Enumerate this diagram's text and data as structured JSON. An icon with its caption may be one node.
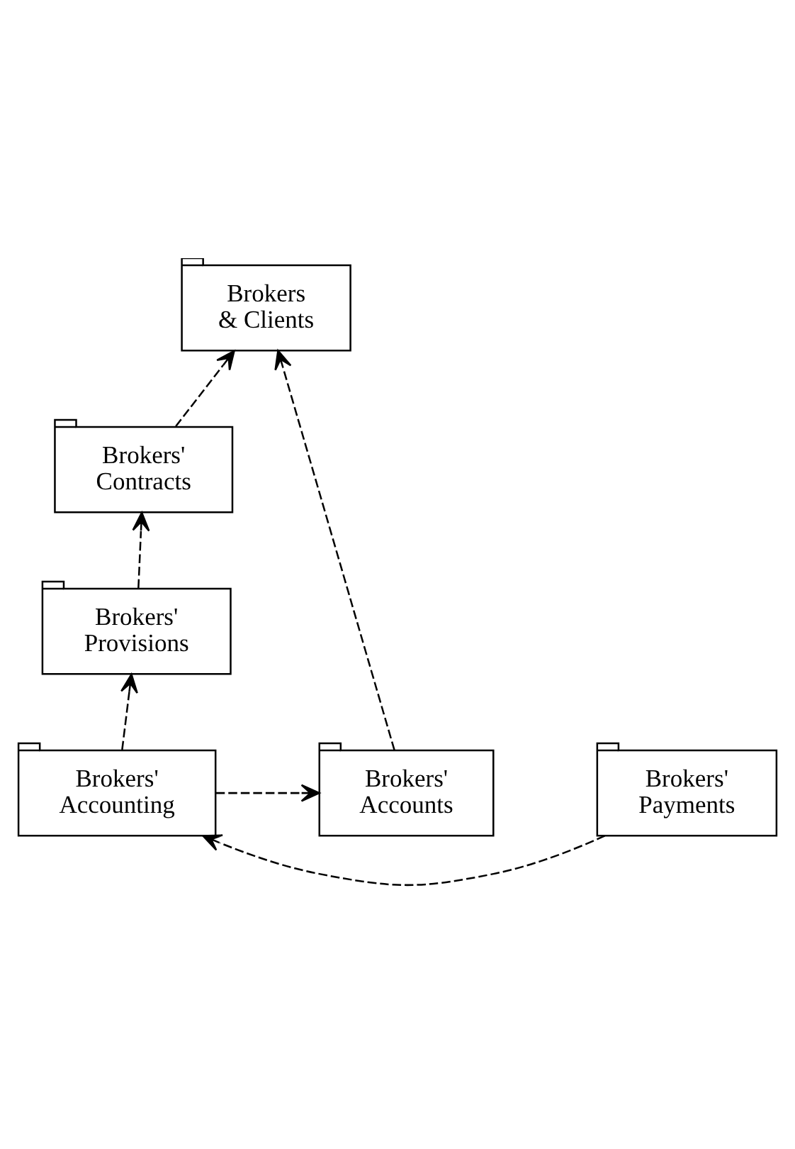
{
  "diagram": {
    "nodes": [
      {
        "text": [
          "Brokers & Clients"
        ]
      },
      {
        "text": [
          "Brokers' Contracts"
        ]
      },
      {
        "text": [
          "Brokers' Provisions"
        ]
      },
      {
        "text": [
          "Brokers' Payments"
        ]
      },
      {
        "text": [
          "Brokers' Accounts"
        ]
      },
      {
        "text": [
          "Brokers' Accounting"
        ]
      }
    ],
    "edges": [
      {
        "from": 1,
        "to": 0,
        "arrow": "to",
        "style": "dashed"
      },
      {
        "from": 2,
        "to": 1,
        "arrow": "to",
        "style": "dashed"
      },
      {
        "from": 5,
        "to": 2,
        "arrow": "to",
        "style": "dashed"
      },
      {
        "from": 3,
        "to": 5,
        "arrow": "to",
        "style": "dashed"
      },
      {
        "from": 5,
        "to": 4,
        "arrow": "to",
        "style": "dashed"
      },
      {
        "from": 4,
        "to": 0,
        "arrow": "to",
        "style": "dashed"
      }
    ]
  }
}
